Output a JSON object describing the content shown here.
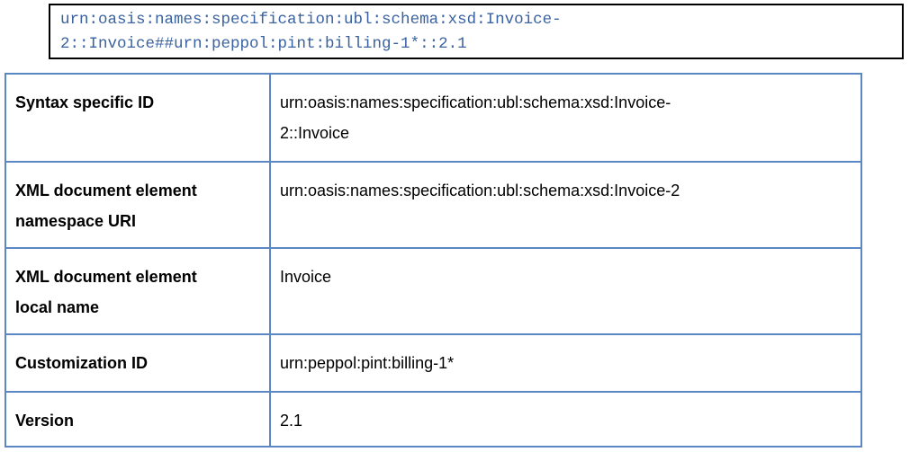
{
  "code_box": {
    "lines": [
      "urn:oasis:names:specification:ubl:schema:xsd:Invoice-",
      "2::Invoice##urn:peppol:pint:billing-1*::2.1"
    ]
  },
  "table": {
    "rows": [
      {
        "label_lines": [
          "Syntax specific ID"
        ],
        "value_lines": [
          "urn:oasis:names:specification:ubl:schema:xsd:Invoice-",
          "2::Invoice"
        ]
      },
      {
        "label_lines": [
          "XML document element",
          "namespace URI"
        ],
        "value_lines": [
          "urn:oasis:names:specification:ubl:schema:xsd:Invoice-2"
        ]
      },
      {
        "label_lines": [
          "XML document element",
          "local name"
        ],
        "value_lines": [
          "Invoice"
        ]
      },
      {
        "label_lines": [
          "Customization ID"
        ],
        "value_lines": [
          "urn:peppol:pint:billing-1*"
        ]
      },
      {
        "label_lines": [
          "Version"
        ],
        "value_lines": [
          "2.1"
        ]
      }
    ]
  },
  "colors": {
    "code_text": "#3a62a0",
    "table_border": "#5b87c5"
  }
}
